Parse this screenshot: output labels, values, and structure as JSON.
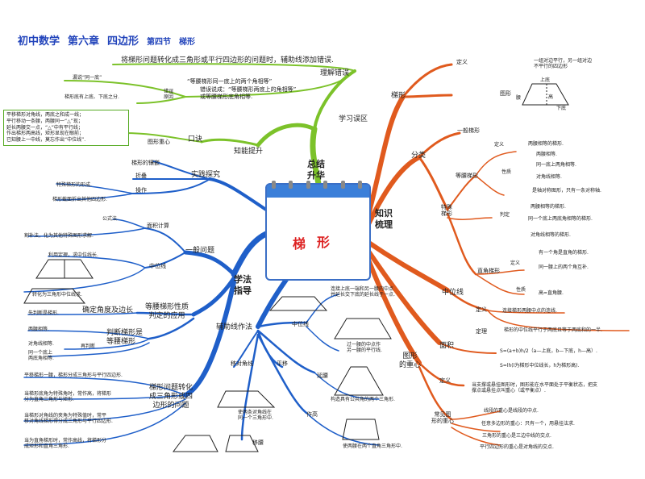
{
  "title": {
    "main": "初中数学",
    "chapter": "第六章",
    "topic": "四边形",
    "section": "第四节",
    "section_topic": "梯形"
  },
  "hubs": {
    "review": "总结\n升华",
    "knowledge": "知识\n梳理",
    "method": "学法\n指导"
  },
  "calendar": {
    "word1": "梯",
    "word2": "形"
  },
  "colors": {
    "green": "#7cc22a",
    "orange": "#e05a1e",
    "blue": "#1f5fc9",
    "navy": "#223366"
  },
  "review": {
    "top_note": "将梯形问题转化成三角形或平行四边形的问题时，辅助线添加错误.",
    "understanding_error": "理解错误",
    "study_misarea": "学习误区",
    "quote1": "“等腰梯形同一底上的两个角相等”",
    "quote2": "错误说成：“等腰梯形两底上的角相等”",
    "quote3": "或等腰梯形底角相等.",
    "error_reason": "错误\n原因",
    "reason_a": "漏说“同一底”",
    "reason_b": "梯形底有上底、下底之分.",
    "skill_up": "知能提升",
    "mnemonic": "口诀",
    "mnemonic_box": [
      "平移梯形对角线，两底之和成一线；",
      "平行移动一条腰，两腰同一“△”现；",
      "延长两腰交一点，“△”中有平行线；",
      "作出梯形两高线，矩形显现在眼前；",
      "已知腰上一中线，莫忘作出“中位线”."
    ]
  },
  "practice": {
    "label": "实践探究",
    "center_of_gravity": "图形重心",
    "inlay": "梯形的镶嵌",
    "fold": "折叠",
    "operate": "操作",
    "op_a": "特殊梯形的形成.",
    "op_b": "梯形截面折出其他四边形."
  },
  "general": {
    "label": "一般问题",
    "area_calc": "面积计算",
    "formula": "公式法.",
    "cut_fill": "割补法，化为其他特殊图形求解.",
    "midline": "中位线",
    "mid_a": "利用定理，求中位线长.",
    "mid_b": "转化为三角形中位线求."
  },
  "isosceles": {
    "label": "等腰梯形性质\n判定的应用",
    "angle_side": "确定角度及边长",
    "angle_note": "先判断是梯形.",
    "judge": "判断梯形是\n等腰梯形",
    "two_sides": "两腰相等.",
    "diagonals": "对角线相等.",
    "same_base": "同一个底上\n两底角相等.",
    "ending": "再判断"
  },
  "transform": {
    "label": "梯形问题转化\n成三角形或四\n边形的问题",
    "t1": "平移梯形一腰，梯形分成三角形与平行四边形.",
    "t2": "当梯形底角为特殊角时，常作高，将梯形\n分为直角三角形与矩形.",
    "t3": "当梯形对角线的夹角为特殊值时，常平\n移对角线梯形得分成三角形与平行四边形.",
    "t4": "当为直角梯形时，常作高线，将梯形分\n成矩形和直角三角形."
  },
  "aux": {
    "label": "辅助线作法",
    "midline": "中位线",
    "m1": "连接上底一端和另一腰的中点\n并延长交下底的延长线于一点.",
    "m2": "过一腰的中点作\n另一腰的平行线.",
    "diag": "移对角线",
    "shift": "平移",
    "diag_note": "使两条对角线在\n同一个三角形中.",
    "extend": "延腰",
    "extend_note": "构造具有公共角的两个三角形.",
    "height": "作高",
    "height_note": "使两腰在两个直角三角形中.",
    "move_leg": "移腰"
  },
  "knowledge": {
    "trapezoid": "梯形",
    "definition": "定义",
    "def_note": "一组对边平行，另一组对边\n不平行的四边形",
    "figure": "图形",
    "fig_labels": {
      "top": "上底",
      "bottom": "下底",
      "leg": "腰",
      "height": "高"
    },
    "classify": "分类",
    "general_tz": "一般梯形",
    "gen_def": "定义",
    "gen_note": "两腰相等的梯形.",
    "isosceles_tz": "等腰梯形",
    "prop": "性质",
    "p1": "两腰相等.",
    "p2": "同一底上两角相等.",
    "p3": "对角线相等.",
    "p4": "是轴对称图形，只有一条对称轴.",
    "judge": "判定",
    "j1": "两腰相等的梯形.",
    "j2": "同一个底上两底角相等的梯形.",
    "j3": "对角线相等的梯形.",
    "special_tz": "特殊\n梯形",
    "right_tz": "直角梯形",
    "r_def": "定义",
    "r1": "有一个角是直角的梯形.",
    "r2": "同一腰上的两个角互补.",
    "r_prop": "性质",
    "r3": "高=直角腰.",
    "midline": "中位线",
    "mid_def": "定义",
    "mid_def_note": "连接梯形两腰中点的连线.",
    "mid_thm": "定理",
    "mid_thm_note": "梯形的中位线平行于两底且等于两底和的一半.",
    "area": "面积",
    "area_f1": "S=(a+b)h/2（a—上底，b—下底，h—高）.",
    "area_f2": "S=lh(l为梯形中位线长，h为梯形高).",
    "centroid": "图形\n的重心",
    "c_def": "定义",
    "c_def_note": "当支撑或悬挂图形时，图形能在水平面处于平衡状态，把支\n撑点或悬挂点叫重心（或平衡点）.",
    "common": "常见图\n形的重心",
    "c1": "线段的重心是线段的中点.",
    "c2": "任意多边形的重心：只有一个，用悬挂法求.",
    "c3": "三角形的重心是三边中线的交点.",
    "c4": "平行四边形的重心是对角线的交点."
  }
}
